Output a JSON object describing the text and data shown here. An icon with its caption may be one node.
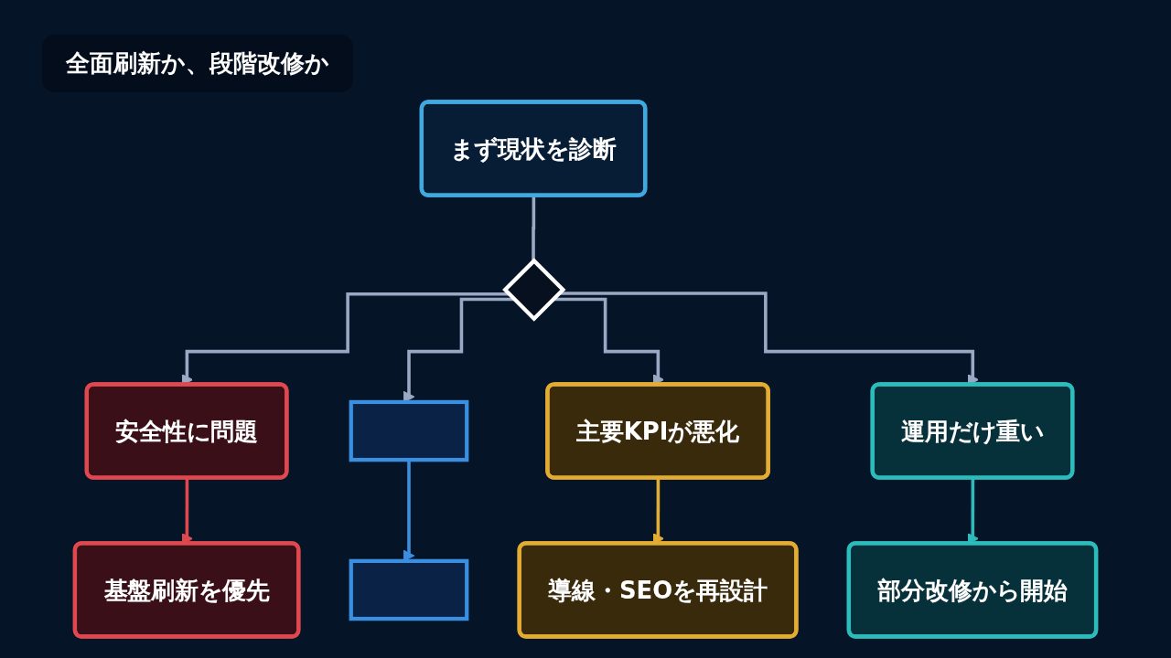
{
  "diagram": {
    "title": "全面刷新か、段階改修か",
    "nodes": [
      {
        "text": [
          "まず現状を診断"
        ]
      },
      {
        "text": [],
        "shape": "diamond"
      },
      {
        "text": [
          "安全性に問題"
        ]
      },
      {
        "text": [],
        "shape": "box"
      },
      {
        "text": [
          "主要KPIが悪化"
        ]
      },
      {
        "text": [
          "運用だけ重い"
        ]
      },
      {
        "text": [
          "基盤刷新を優先"
        ]
      },
      {
        "text": [],
        "shape": "box"
      },
      {
        "text": [
          "導線・SEOを再設計"
        ]
      },
      {
        "text": [
          "部分改修から開始"
        ]
      }
    ],
    "edges": [
      {
        "from": 0,
        "to": 1,
        "arrow": "none"
      },
      {
        "from": 1,
        "to": 2,
        "arrow": "to"
      },
      {
        "from": 1,
        "to": 3,
        "arrow": "to"
      },
      {
        "from": 1,
        "to": 4,
        "arrow": "to"
      },
      {
        "from": 1,
        "to": 5,
        "arrow": "to"
      },
      {
        "from": 2,
        "to": 6,
        "arrow": "to",
        "color": "#e0484f"
      },
      {
        "from": 3,
        "to": 7,
        "arrow": "to",
        "color": "#3b8fe0"
      },
      {
        "from": 4,
        "to": 8,
        "arrow": "to",
        "color": "#e3ac32"
      },
      {
        "from": 5,
        "to": 9,
        "arrow": "to",
        "color": "#2cbcbc"
      }
    ]
  }
}
